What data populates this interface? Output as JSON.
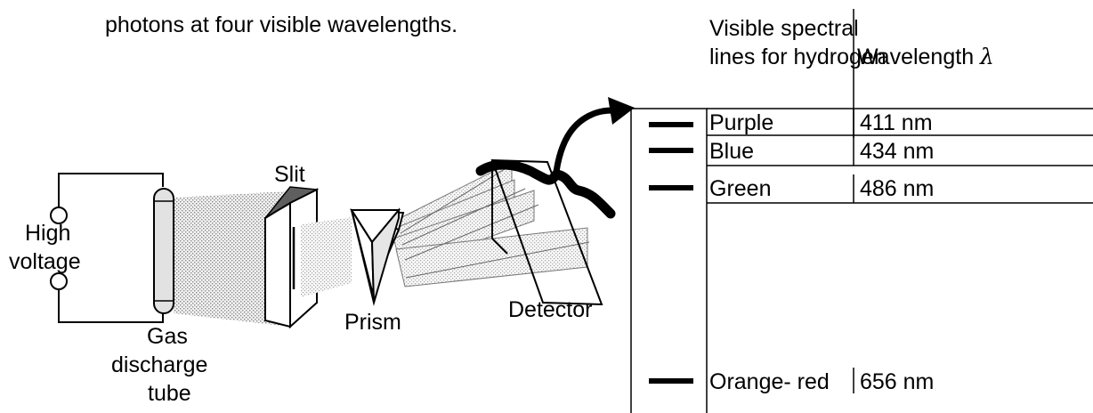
{
  "caption_fragment": "photons at four visible wavelengths.",
  "apparatus": {
    "power_label_line1": "High",
    "power_label_line2": "voltage",
    "tube_label_line1": "Gas",
    "tube_label_line2": "discharge",
    "tube_label_line3": "tube",
    "slit_label": "Slit",
    "prism_label": "Prism",
    "detector_label": "Detector"
  },
  "spectrum_table": {
    "header_col1_line1": "Visible spectral",
    "header_col1_line2": "lines for hydrogen",
    "header_col2_text": "Wavelength ",
    "header_col2_symbol": "λ",
    "rows": [
      {
        "color": "Purple",
        "wavelength": "411 nm"
      },
      {
        "color": "Blue",
        "wavelength": "434 nm"
      },
      {
        "color": "Green",
        "wavelength": "486 nm"
      },
      {
        "color": "Orange- red",
        "wavelength": "656 nm"
      }
    ]
  }
}
